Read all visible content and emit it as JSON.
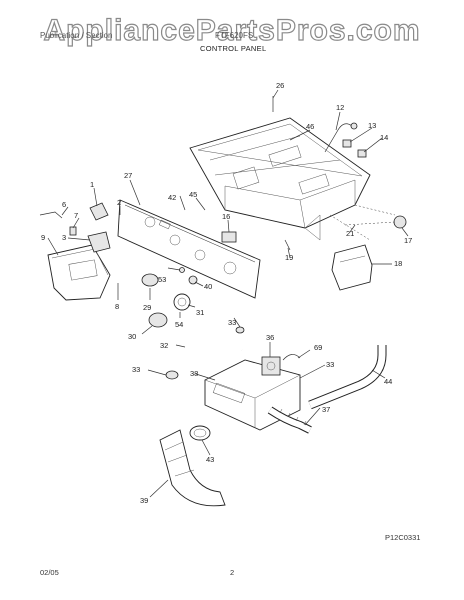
{
  "watermark": "AppliancePartsPros.com",
  "header": {
    "left": "Publication / Section",
    "model": "FTF620FS",
    "section": "CONTROL PANEL"
  },
  "callouts": [
    {
      "id": "c26",
      "label": "26"
    },
    {
      "id": "c12",
      "label": "12"
    },
    {
      "id": "c13",
      "label": "13"
    },
    {
      "id": "c14",
      "label": "14"
    },
    {
      "id": "c46",
      "label": "46"
    },
    {
      "id": "c27",
      "label": "27"
    },
    {
      "id": "c1",
      "label": "1"
    },
    {
      "id": "c45",
      "label": "45"
    },
    {
      "id": "c42",
      "label": "42"
    },
    {
      "id": "c2",
      "label": "2"
    },
    {
      "id": "c6",
      "label": "6"
    },
    {
      "id": "c7",
      "label": "7"
    },
    {
      "id": "c9",
      "label": "9"
    },
    {
      "id": "c3",
      "label": "3"
    },
    {
      "id": "c16",
      "label": "16"
    },
    {
      "id": "c21",
      "label": "21"
    },
    {
      "id": "c17",
      "label": "17"
    },
    {
      "id": "c19",
      "label": "19"
    },
    {
      "id": "c18",
      "label": "18"
    },
    {
      "id": "c53",
      "label": "53"
    },
    {
      "id": "c40",
      "label": "40"
    },
    {
      "id": "c8",
      "label": "8"
    },
    {
      "id": "c29",
      "label": "29"
    },
    {
      "id": "c31",
      "label": "31"
    },
    {
      "id": "c54",
      "label": "54"
    },
    {
      "id": "c30",
      "label": "30"
    },
    {
      "id": "c33a",
      "label": "33"
    },
    {
      "id": "c32",
      "label": "32"
    },
    {
      "id": "c36",
      "label": "36"
    },
    {
      "id": "c69",
      "label": "69"
    },
    {
      "id": "c33b",
      "label": "33"
    },
    {
      "id": "c33c",
      "label": "33"
    },
    {
      "id": "c38",
      "label": "38"
    },
    {
      "id": "c44",
      "label": "44"
    },
    {
      "id": "c37",
      "label": "37"
    },
    {
      "id": "c43",
      "label": "43"
    },
    {
      "id": "c39",
      "label": "39"
    }
  ],
  "diagram_code": "P12C0331",
  "footer": {
    "date": "02/05",
    "page": "2"
  }
}
